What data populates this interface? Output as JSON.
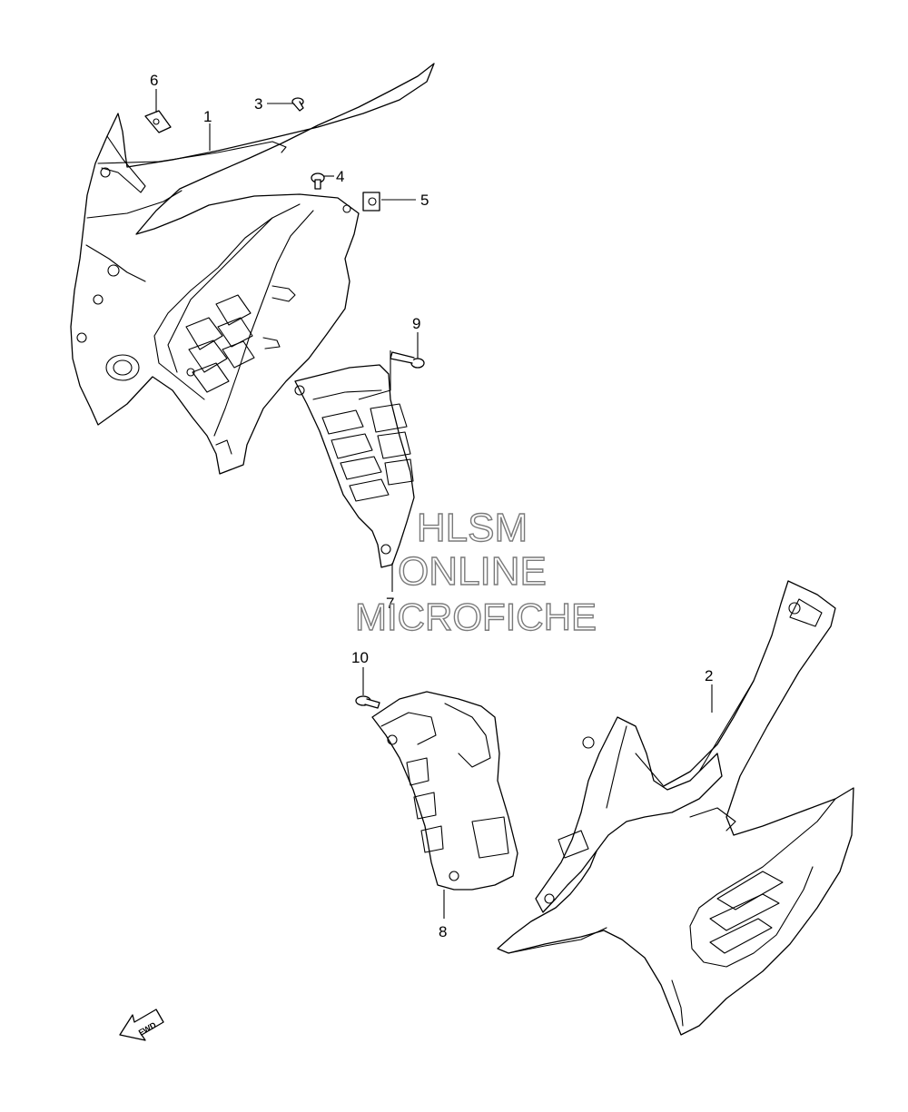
{
  "callouts": [
    {
      "id": "1",
      "label": "1"
    },
    {
      "id": "2",
      "label": "2"
    },
    {
      "id": "3",
      "label": "3"
    },
    {
      "id": "4",
      "label": "4"
    },
    {
      "id": "5",
      "label": "5"
    },
    {
      "id": "6",
      "label": "6"
    },
    {
      "id": "7",
      "label": "7"
    },
    {
      "id": "8",
      "label": "8"
    },
    {
      "id": "9",
      "label": "9"
    },
    {
      "id": "10",
      "label": "10"
    }
  ],
  "watermark": {
    "line1": "HLSM",
    "line2": "ONLINE",
    "line3": "MICROFICHE",
    "color": "#7a7a7a"
  },
  "direction_arrow": {
    "label": "FWD",
    "icon": "forward-arrow-icon"
  }
}
